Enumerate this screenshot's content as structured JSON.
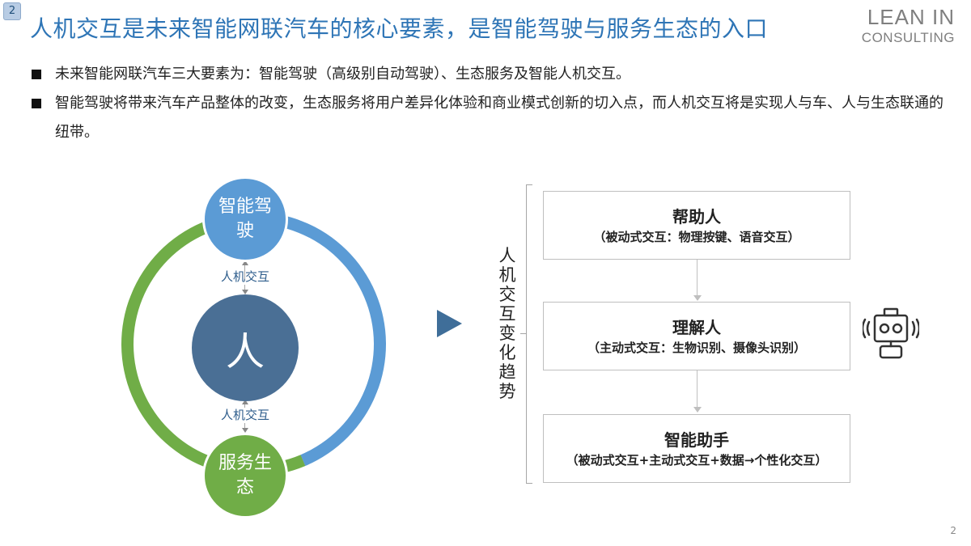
{
  "slide_badge": "2",
  "title": "人机交互是未来智能网联汽车的核心要素，是智能驾驶与服务生态的入口",
  "logo": {
    "line1": "LEAN IN",
    "line2": "CONSULTING"
  },
  "bullets": [
    "未来智能网联汽车三大要素为：智能驾驶（高级别自动驾驶）、生态服务及智能人机交互。",
    "智能驾驶将带来汽车产品整体的改变，生态服务将用户差异化体验和商业模式创新的切入点，而人机交互将是实现人与车、人与生态联通的纽带。"
  ],
  "diagram": {
    "top_node": "智能驾驶",
    "center_node": "人",
    "bottom_node": "服务生态",
    "upper_link_label": "人机交互",
    "lower_link_label": "人机交互",
    "colors": {
      "blue": "#5b9bd5",
      "green": "#70ad47",
      "center": "#4a6f95"
    }
  },
  "trend": {
    "vertical_label": "人机交互变化趋势",
    "steps": [
      {
        "heading": "帮助人",
        "detail": "（被动式交互：物理按键、语音交互）"
      },
      {
        "heading": "理解人",
        "detail": "（主动式交互：生物识别、摄像头识别）"
      },
      {
        "heading": "智能助手",
        "detail": "（被动式交互+主动式交互+数据→个性化交互）"
      }
    ],
    "icon": "robot-icon"
  },
  "page_number": "2"
}
